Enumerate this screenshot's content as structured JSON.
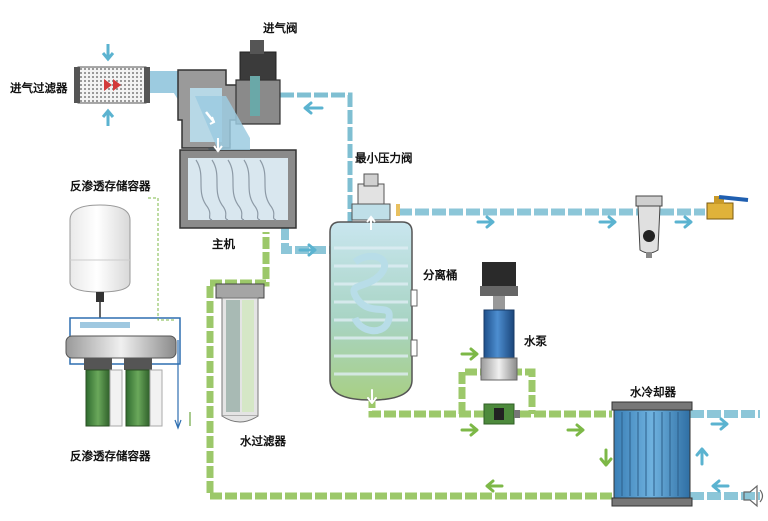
{
  "labels": {
    "intake_valve": "进气阀",
    "intake_filter": "进气过滤器",
    "ro_tank_upper": "反渗透存储容器",
    "main_unit": "主机",
    "min_pressure_valve": "最小压力阀",
    "separator": "分离桶",
    "water_pump": "水泵",
    "water_filter": "水过滤器",
    "ro_unit_lower": "反渗透存储容器",
    "water_cooler": "水冷却器"
  },
  "colors": {
    "air_pipe": "#8cc6d8",
    "air_pipe_dark": "#5fa9c2",
    "water_pipe": "#9cc86a",
    "water_pipe_dark": "#6fa644",
    "arrow_blue": "#5bb3d0",
    "arrow_green": "#7db847",
    "body_gray": "#8b8b8b",
    "dark_gray": "#3c3c3c",
    "accent_blue": "#2e6fb0"
  },
  "icons": [
    "speaker-icon"
  ]
}
